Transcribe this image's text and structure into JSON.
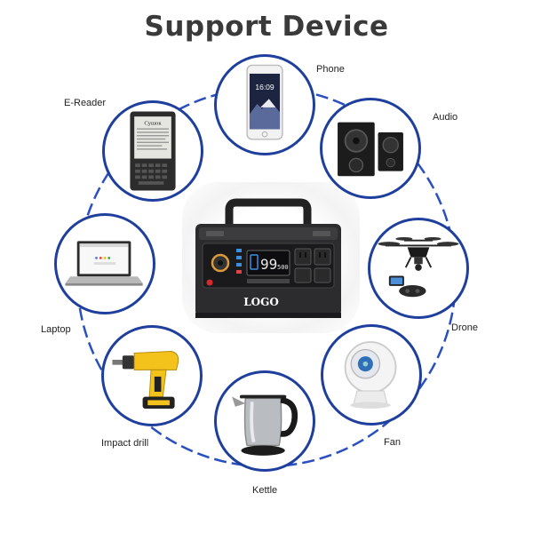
{
  "title": "Support Device",
  "product": {
    "display_value": "99",
    "display_sub": "500",
    "logo_text": "LOGO"
  },
  "devices": [
    {
      "key": "phone",
      "label": "Phone",
      "phone_time": "16:09"
    },
    {
      "key": "audio",
      "label": "Audio"
    },
    {
      "key": "drone",
      "label": "Drone"
    },
    {
      "key": "fan",
      "label": "Fan"
    },
    {
      "key": "kettle",
      "label": "Kettle"
    },
    {
      "key": "drill",
      "label": "Impact drill"
    },
    {
      "key": "laptop",
      "label": "Laptop"
    },
    {
      "key": "ereader",
      "label": "E-Reader",
      "screen_text": "Сушок"
    }
  ],
  "colors": {
    "ring": "#2a4fc0",
    "circle_border": "#1f3f9c",
    "title": "#3a3a3a",
    "accent_blue": "#3b8fe0"
  }
}
